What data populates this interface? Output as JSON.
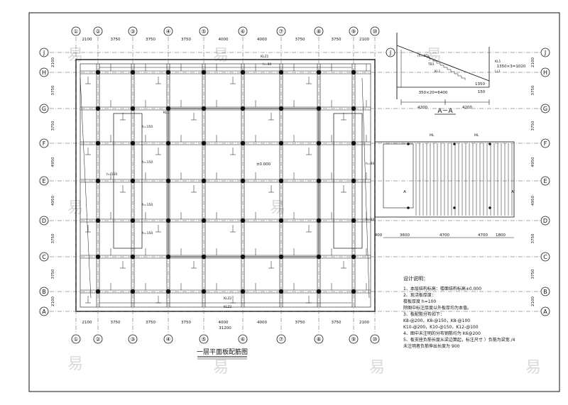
{
  "drawing": {
    "plan_title": "一层平面板配筋图",
    "section_title": "A－A",
    "level_mark": "±0.000",
    "overall_dimension": "31200",
    "grid_cols": [
      "①",
      "②",
      "③",
      "④",
      "⑤",
      "⑥",
      "⑦",
      "⑧",
      "⑨",
      "⑩"
    ],
    "grid_rows": [
      "J",
      "H",
      "G",
      "F",
      "E",
      "D",
      "C",
      "B",
      "A"
    ],
    "top_dims": [
      "2100",
      "3750",
      "3750",
      "3750",
      "4000",
      "4000",
      "3750",
      "3750",
      "2100"
    ],
    "side_dims": [
      "2100",
      "3750",
      "3750",
      "4950",
      "4950",
      "3750",
      "3750",
      "2100"
    ],
    "slab_labels": [
      "h=80",
      "h=150",
      "h=150",
      "h=150",
      "h=150",
      "h=150",
      "h=80",
      "h=80"
    ],
    "beam_tags": [
      "KLZ1",
      "KL1",
      "KLZ2",
      "KLZ2"
    ],
    "section_dims": [
      "4200",
      "4200",
      "350×20=6400",
      "1350",
      "150",
      "1350×3=1020"
    ],
    "section_labels": [
      "KB1",
      "(h=80)",
      "TB1",
      "KL1",
      "KL1",
      "LL1"
    ],
    "ramp_dims": [
      "400",
      "3600",
      "4700",
      "4700",
      "1800"
    ],
    "ramp_marks": [
      "A",
      "A"
    ],
    "ramp_tags": [
      "ML",
      "ML"
    ],
    "notes_heading": "设计说明：",
    "notes_lines": [
      "1、本层结构标高：楼面结构标高±0.000",
      "2、现浇板厚度：",
      "   楼板厚度 h=100",
      "   除图中标注厚度以外板厚均为本值。",
      "3、板配筋分布如下：",
      "   K8-@200，K8-@150，K8-@100",
      "   K10-@200，K10-@150，K12-@100",
      "4、图中未注明的分布钢筋均为 K6@200",
      "5、板支座负筋长度从梁边算起，标注尺寸 ）负筋为梁宽 /4",
      "   未注明者负筋伸出长度为 900"
    ],
    "watermark": "易"
  }
}
